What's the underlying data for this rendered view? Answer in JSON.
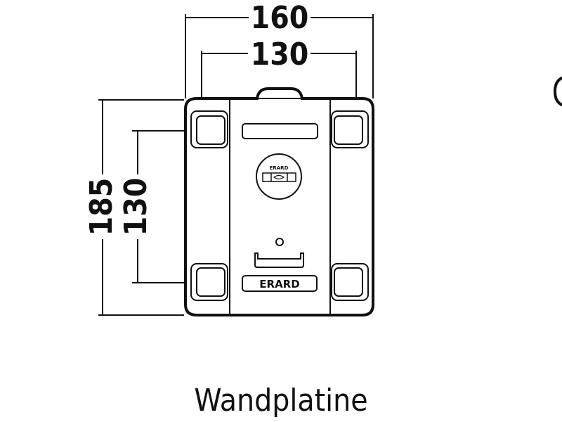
{
  "dimensions": {
    "overall_width": "160",
    "inner_width": "130",
    "overall_height": "185",
    "inner_height": "130"
  },
  "plate": {
    "level_logo": "ERARD",
    "brand_label": "ERARD"
  },
  "caption": "Wandplatine",
  "colors": {
    "line": "#111111",
    "plate_fill": "#ffffff"
  }
}
